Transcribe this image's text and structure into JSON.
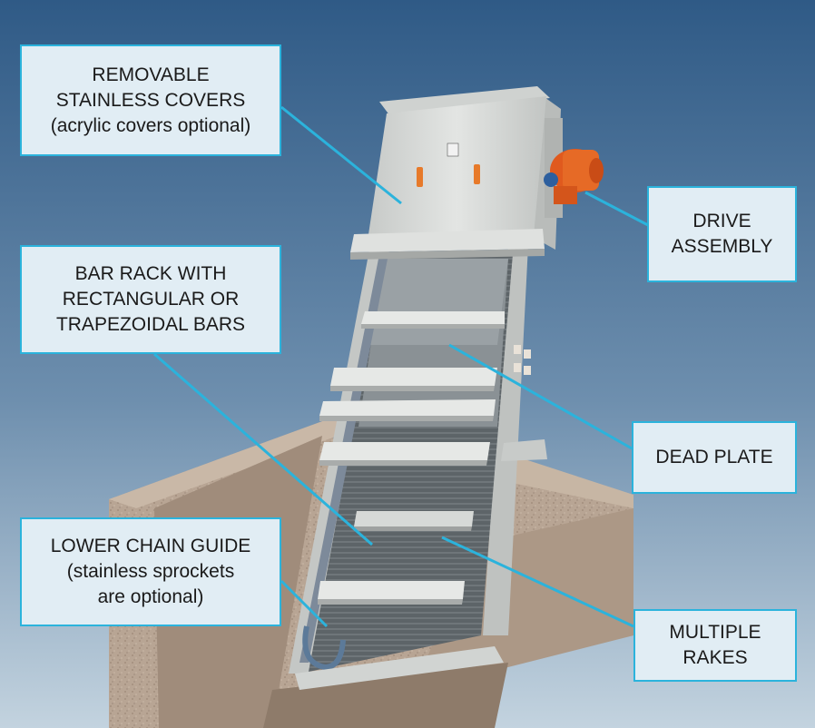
{
  "colors": {
    "sky_top": "#2f5a86",
    "sky_bottom": "#c3d3df",
    "callout_border": "#2bb3dc",
    "callout_fill": "#e1edf4",
    "concrete": "#b8a594",
    "steel": "#d9dcda",
    "motor": "#e05a1e"
  },
  "callouts": {
    "covers": {
      "lines": [
        "REMOVABLE",
        "STAINLESS COVERS",
        "(acrylic covers optional)"
      ]
    },
    "drive": {
      "lines": [
        "DRIVE",
        "ASSEMBLY"
      ]
    },
    "bar_rack": {
      "lines": [
        "BAR RACK WITH",
        "RECTANGULAR OR",
        "TRAPEZOIDAL BARS"
      ]
    },
    "dead_plate": {
      "lines": [
        "DEAD PLATE"
      ]
    },
    "chain_guide": {
      "lines": [
        "LOWER CHAIN GUIDE",
        "(stainless sprockets",
        "are optional)"
      ]
    },
    "rakes": {
      "lines": [
        "MULTIPLE",
        "RAKES"
      ]
    }
  }
}
